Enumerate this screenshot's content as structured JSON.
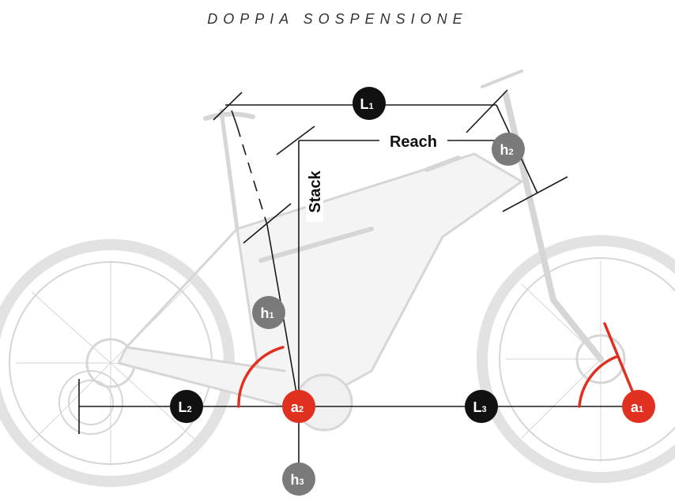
{
  "title": "DOPPIA SOSPENSIONE",
  "labels": {
    "L1": "L",
    "L1_sub": "1",
    "L2": "L",
    "L2_sub": "2",
    "L3": "L",
    "L3_sub": "3",
    "h1": "h",
    "h1_sub": "1",
    "h2": "h",
    "h2_sub": "2",
    "h3": "h",
    "h3_sub": "3",
    "a1": "a",
    "a1_sub": "1",
    "a2": "a",
    "a2_sub": "2",
    "reach": "Reach",
    "stack": "Stack"
  },
  "colors": {
    "measure_black": "#111111",
    "measure_grey": "#7a7a7a",
    "angle_red": "#e03020",
    "bike_sketch": "#d4d4d4",
    "line": "#1a1a1a"
  }
}
